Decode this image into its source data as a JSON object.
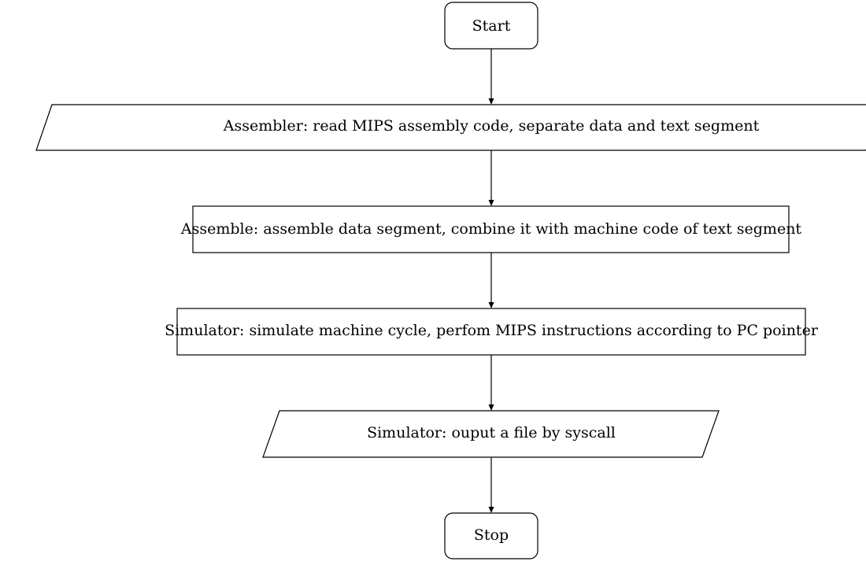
{
  "flowchart": {
    "start": {
      "label": "Start"
    },
    "read_input": {
      "label": "Assembler: read MIPS assembly code, separate data and text segment"
    },
    "assemble": {
      "label": "Assemble: assemble data segment, combine it with machine code of text segment"
    },
    "simulate": {
      "label": "Simulator: simulate machine cycle, perfom MIPS instructions according to PC pointer"
    },
    "output": {
      "label": "Simulator: ouput a file by syscall"
    },
    "stop": {
      "label": "Stop"
    }
  }
}
